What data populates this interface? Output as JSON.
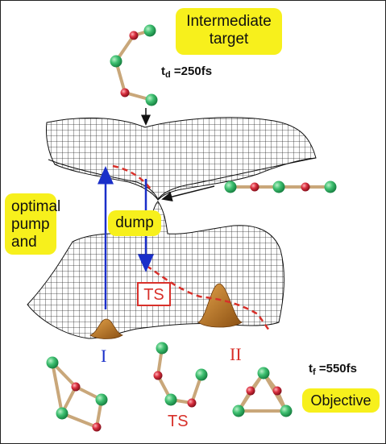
{
  "labels": {
    "intermediate_target": "Intermediate target",
    "optimal_pump": "optimal pump and",
    "dump": "dump",
    "ts_box": "TS",
    "ts_bottom": "TS",
    "objective": "Objective",
    "state_one": "I",
    "state_two": "II"
  },
  "times": {
    "td_prefix": "t",
    "td_sub": "d",
    "td_value": "=250fs",
    "tf_prefix": "t",
    "tf_sub": "f",
    "tf_value": "=550fs"
  },
  "colors": {
    "highlight": "#f7f01c",
    "pump_arrow": "#1a2fc9",
    "path": "#d8302a",
    "atom_green": "#34b86a",
    "atom_red": "#d1283b",
    "bond": "#c9a77a",
    "wavepacket": "#b8731e"
  }
}
